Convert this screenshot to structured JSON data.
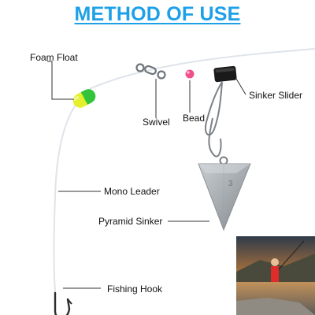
{
  "title": "METHOD OF USE",
  "labels": {
    "foam_float": "Foam Float",
    "swivel": "Swivel",
    "bead": "Bead",
    "sinker_slider": "Sinker Slider",
    "mono_leader": "Mono Leader",
    "pyramid_sinker": "Pyramid Sinker",
    "fishing_hook": "Fishing Hook"
  },
  "sinker_mark": "3",
  "colors": {
    "title": "#1ea0e8",
    "float_green": "#32c43a",
    "float_yellow": "#e4f02a",
    "bead_pink": "#f0508e",
    "slider_black": "#1a1a1a",
    "metal": "#9ea3a8",
    "leader_line": "#dfe4ea",
    "pointer_line": "#333333"
  },
  "icons": {
    "float": "foam-float-icon",
    "swivel": "swivel-icon",
    "bead": "bead-icon",
    "slider": "sinker-slider-icon",
    "snap": "snap-clip-icon",
    "sinker": "pyramid-sinker-icon",
    "hook": "fishing-hook-icon",
    "photo": "angler-boat-photo"
  }
}
